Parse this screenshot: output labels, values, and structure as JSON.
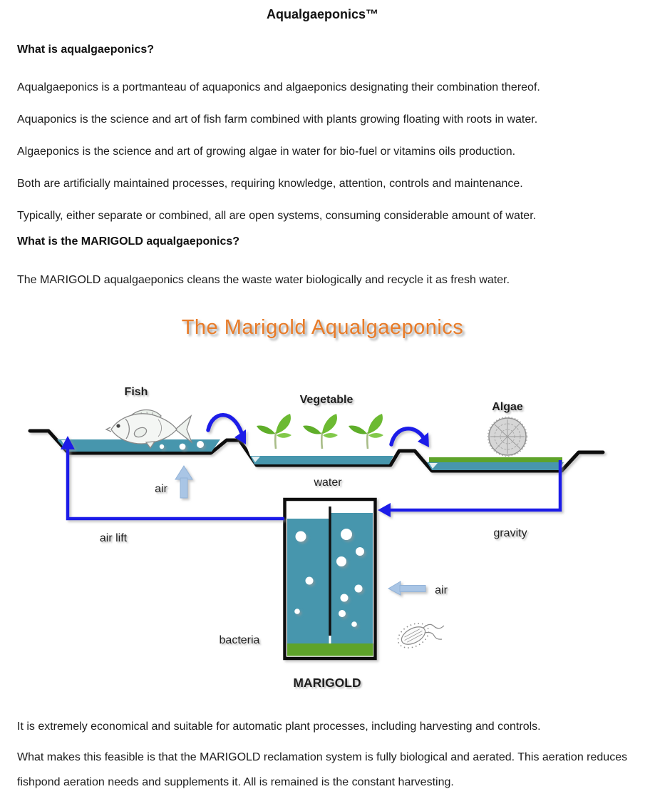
{
  "page": {
    "title": "Aqualgaeponics™"
  },
  "content": {
    "q1_heading": "What is aqualgaeponics?",
    "intro_paragraphs": [
      "Aqualgaeponics is a portmanteau of aquaponics and algaeponics designating their combination thereof.",
      "Aquaponics is the science and art of fish farm combined with plants growing floating with roots in water.",
      "Algaeponics is the science and art of growing algae in water for bio-fuel or vitamins oils production.",
      "Both are artificially  maintained processes, requiring knowledge, attention, controls and maintenance.",
      "Typically, either separate or combined, all are open systems, consuming considerable amount of water."
    ],
    "q2_heading": "What is the MARIGOLD aqualgaeponics?",
    "q2_paragraph": "The MARIGOLD aqualgaeponics cleans the waste water biologically  and recycle it as fresh water.",
    "closing_paragraphs": [
      "It is extremely economical and suitable for automatic plant processes, including harvesting and controls.",
      "What makes this feasible is that the MARIGOLD reclamation system is fully biological and aerated. This aeration reduces fishpond aeration needs and supplements it. All is remained is the constant harvesting."
    ]
  },
  "diagram": {
    "title": "The Marigold Aqualgaeponics",
    "labels": {
      "fish": "Fish",
      "vegetable": "Vegetable",
      "algae": "Algae",
      "air_fish": "air",
      "water": "water",
      "air_lift": "air lift",
      "gravity": "gravity",
      "bacteria": "bacteria",
      "air_tank": "air",
      "marigold": "MARIGOLD"
    },
    "colors": {
      "water_teal": "#4796ad",
      "algae_green": "#5ea32a",
      "flow_blue": "#1c1ce8",
      "air_light_blue": "#a9c5e5",
      "title_orange": "#e87b28",
      "outline_black": "#111111"
    }
  }
}
